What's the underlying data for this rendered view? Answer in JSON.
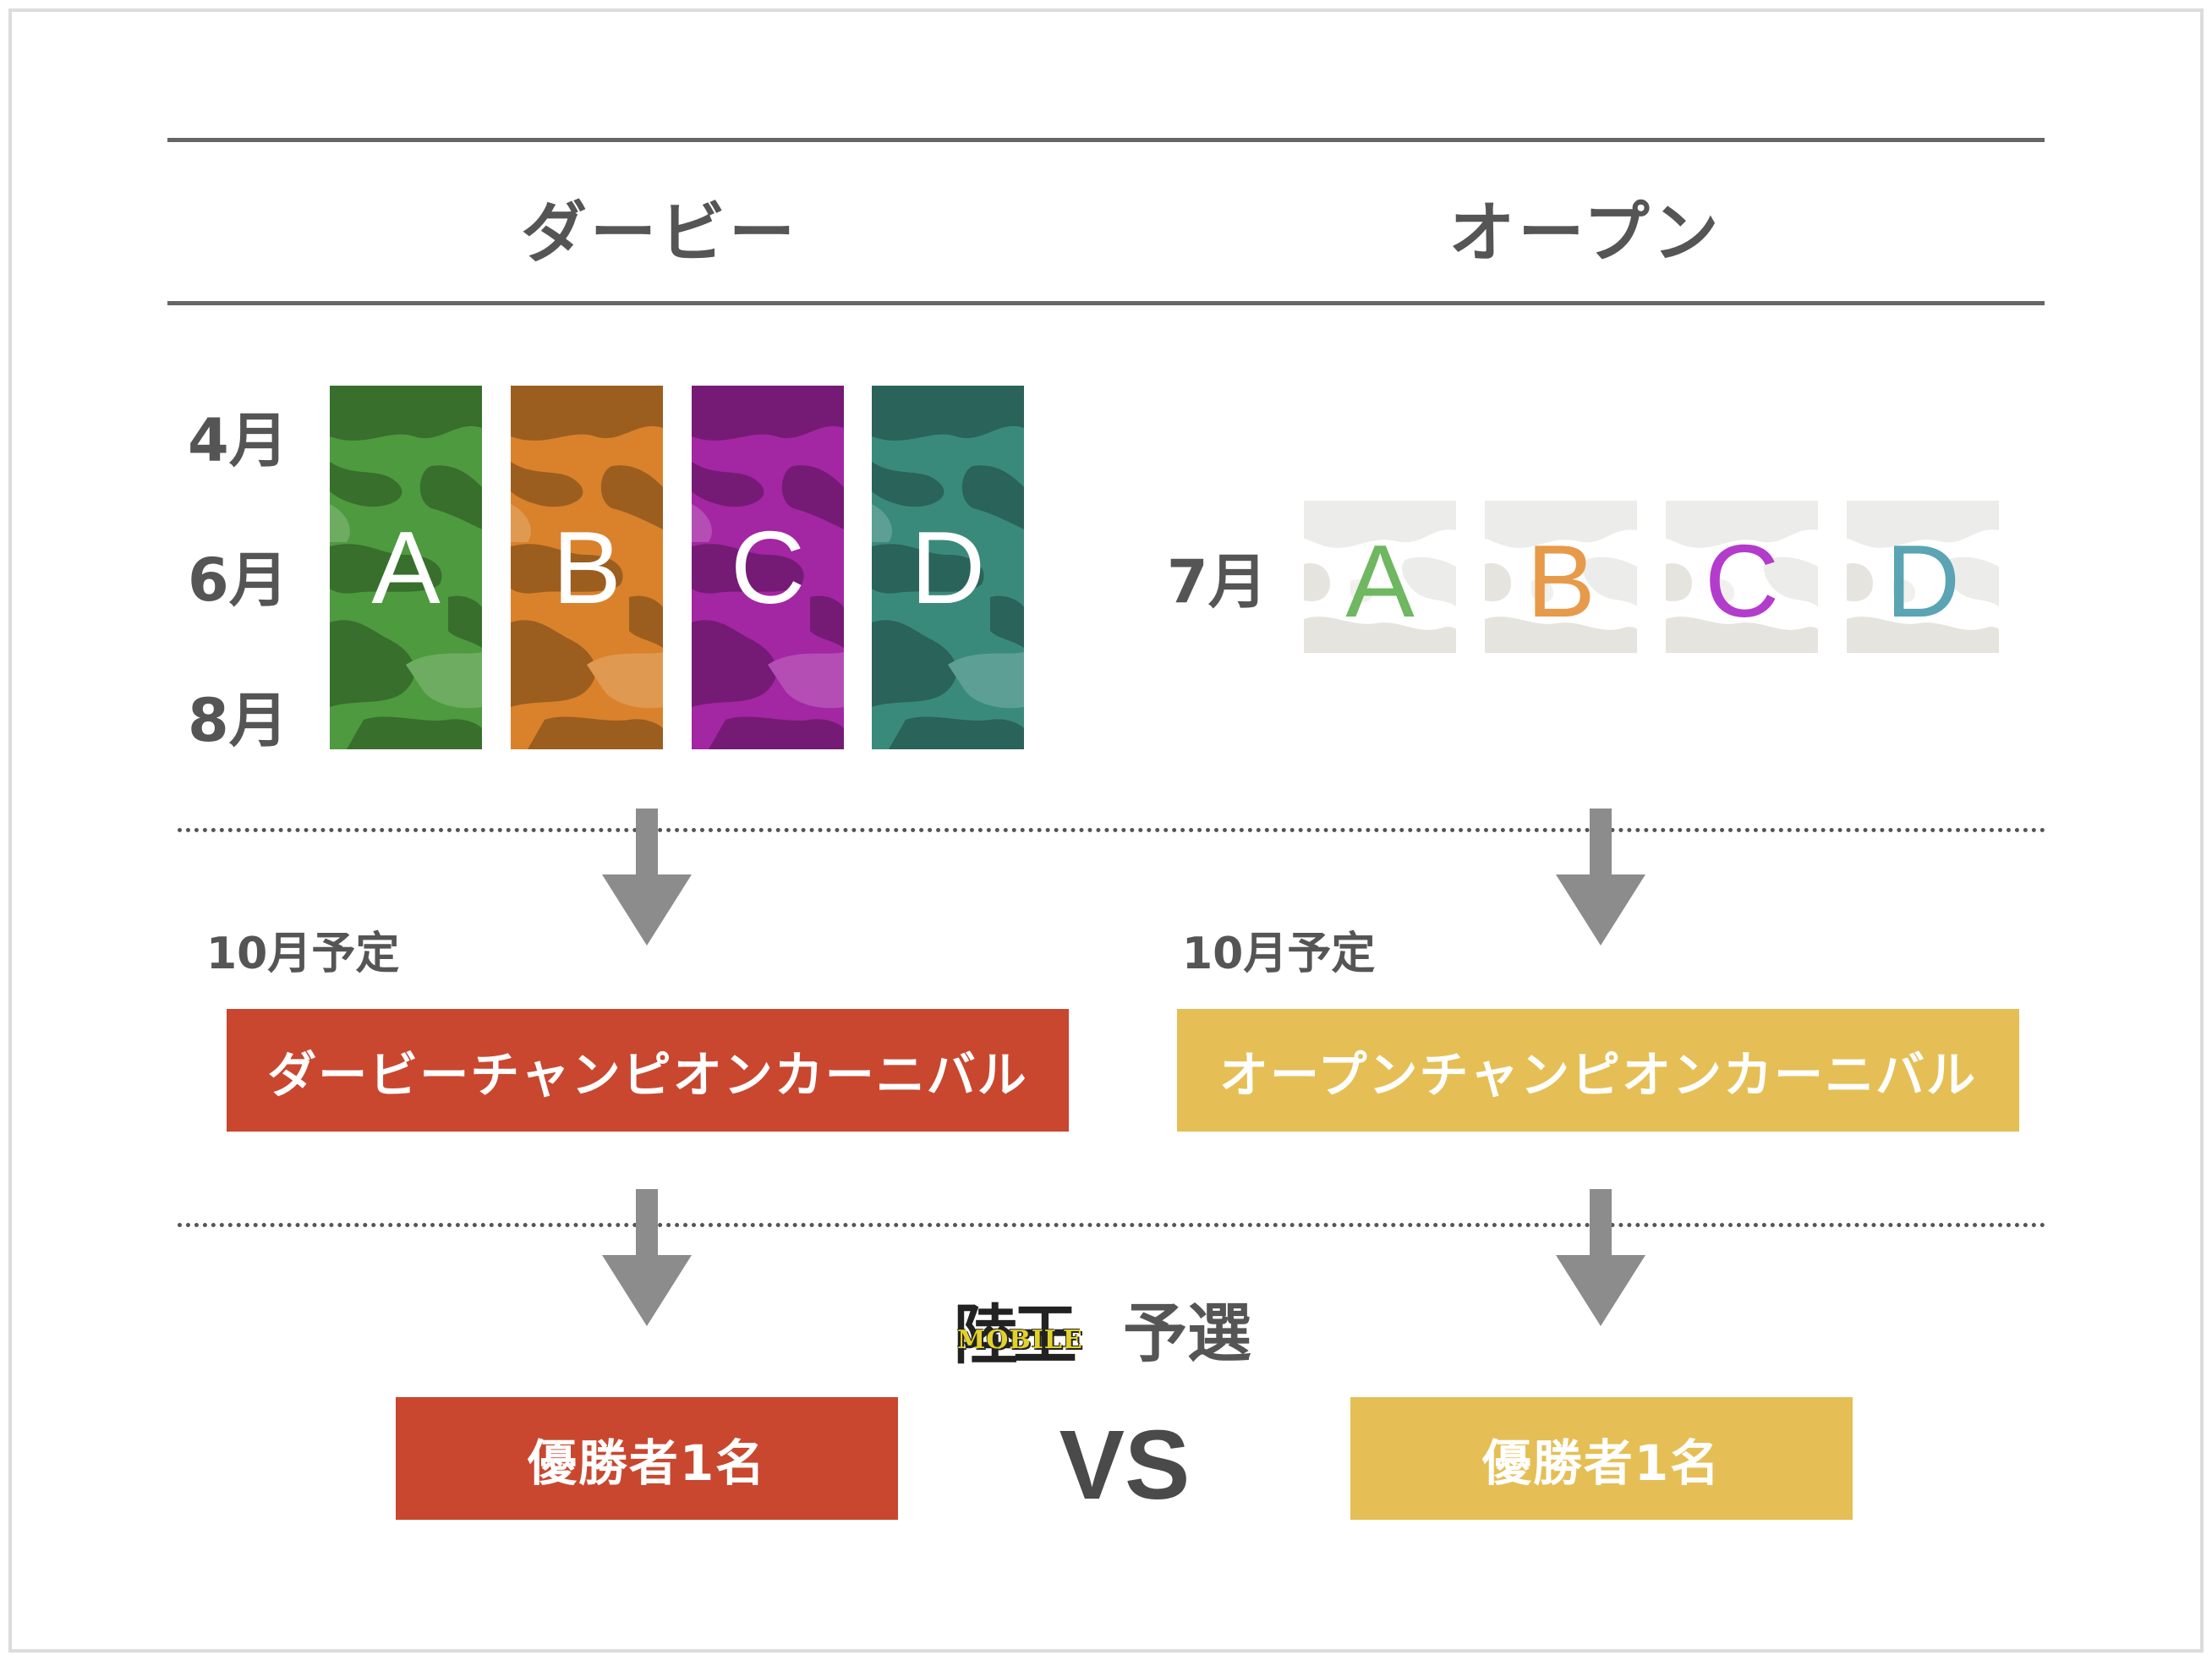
{
  "columns": {
    "left_title": "ダービー",
    "right_title": "オープン"
  },
  "months": {
    "april": "4月",
    "june": "6月",
    "august": "8月",
    "july": "7月"
  },
  "derby_series": [
    {
      "letter": "A",
      "color": "#4e9a3f"
    },
    {
      "letter": "B",
      "color": "#d9822b"
    },
    {
      "letter": "C",
      "color": "#a326a3"
    },
    {
      "letter": "D",
      "color": "#3a8a7c"
    }
  ],
  "open_series": [
    {
      "letter": "A",
      "color": "#6fb760"
    },
    {
      "letter": "B",
      "color": "#e79a4a"
    },
    {
      "letter": "C",
      "color": "#b43ccc"
    },
    {
      "letter": "D",
      "color": "#5aa4b4"
    }
  ],
  "schedule": {
    "left": "10月予定",
    "right": "10月予定"
  },
  "banners": {
    "derby_carnival": "ダービーチャンピオンカーニバル",
    "open_carnival": "オープンチャンピオンカーニバル",
    "derby_color": "#c9472f",
    "open_color": "#e5bf55"
  },
  "logo": {
    "kanji": "陸王",
    "mobile": "MOBILE",
    "text": "予選"
  },
  "winners": {
    "left": "優勝者1名",
    "right": "優勝者1名",
    "vs": "VS"
  },
  "colors": {
    "arrow": "#8c8c8c",
    "text": "#555555"
  }
}
